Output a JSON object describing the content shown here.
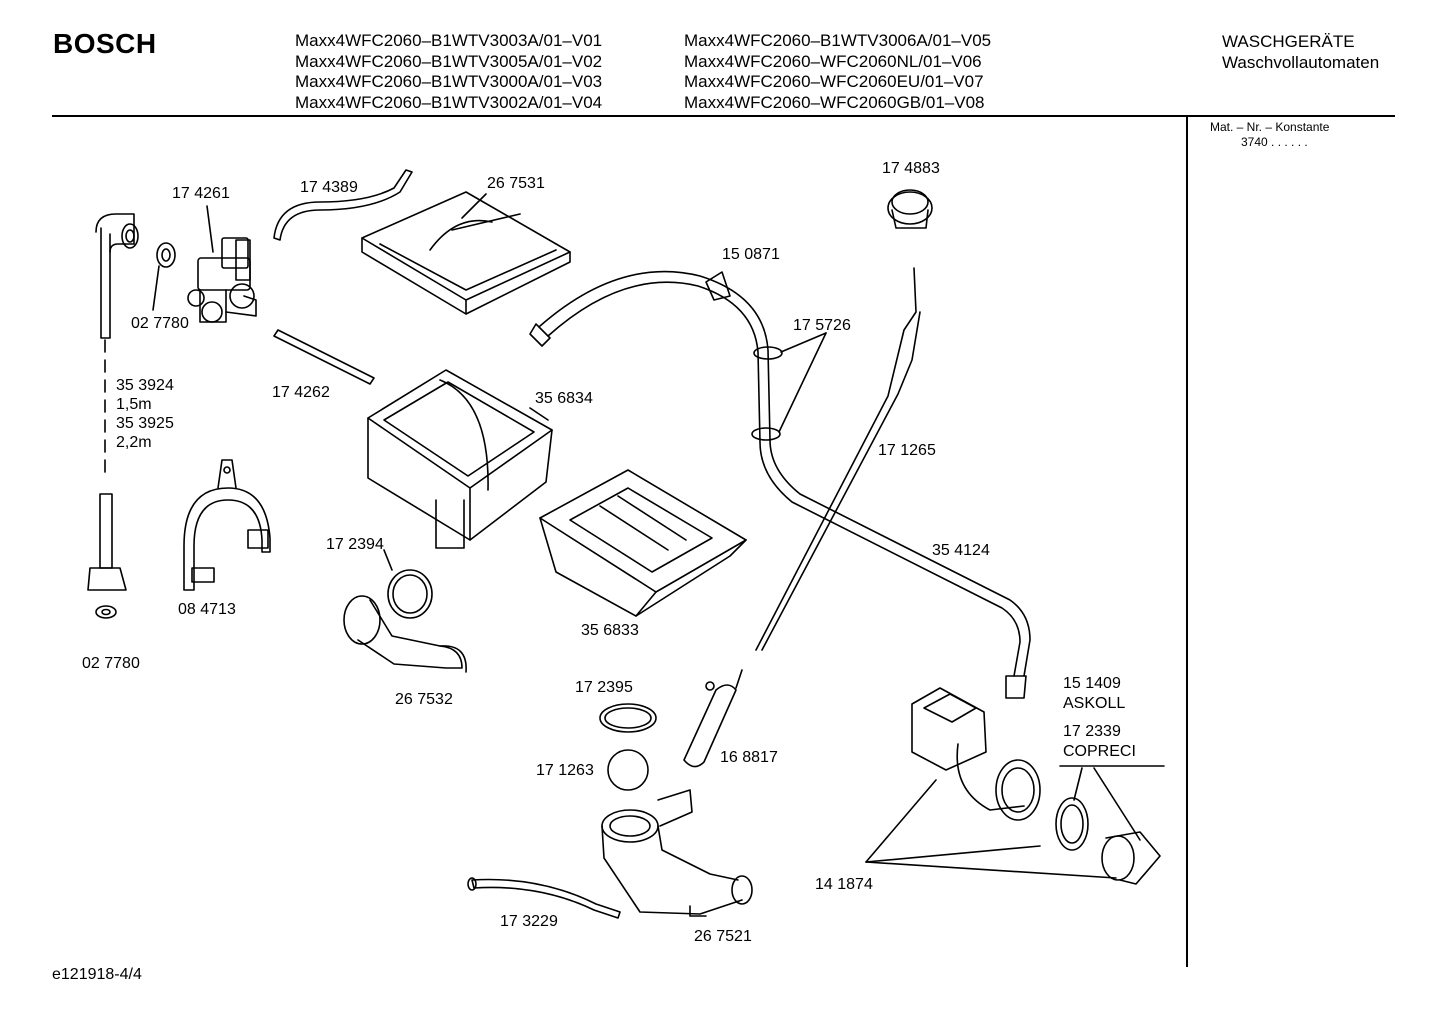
{
  "header": {
    "brand": "BOSCH",
    "models_col1": [
      "Maxx4WFC2060–B1WTV3003A/01–V01",
      "Maxx4WFC2060–B1WTV3005A/01–V02",
      "Maxx4WFC2060–B1WTV3000A/01–V03",
      "Maxx4WFC2060–B1WTV3002A/01–V04"
    ],
    "models_col2": [
      "Maxx4WFC2060–B1WTV3006A/01–V05",
      "Maxx4WFC2060–WFC2060NL/01–V06",
      "Maxx4WFC2060–WFC2060EU/01–V07",
      "Maxx4WFC2060–WFC2060GB/01–V08"
    ],
    "category_line1": "WASCHGERÄTE",
    "category_line2": "Waschvollautomaten"
  },
  "sidebar": {
    "matnr_label": "Mat. – Nr. – Konstante",
    "matnr_value": "3740 .  .  .  .  .  ."
  },
  "footer": {
    "doc_id": "e121918-4/4"
  },
  "parts": {
    "p174261": "17 4261",
    "p174389": "17 4389",
    "p267531": "26 7531",
    "p174883": "17 4883",
    "p150871": "15 0871",
    "p175726": "17 5726",
    "p027780a": "02 7780",
    "p174262": "17 4262",
    "p353924": "35 3924",
    "len15": "1,5m",
    "p353925": "35 3925",
    "len22": "2,2m",
    "p356834": "35 6834",
    "p171265": "17 1265",
    "p172394": "17 2394",
    "p354124": "35 4124",
    "p084713": "08 4713",
    "p356833": "35 6833",
    "p027780b": "02 7780",
    "p267532": "26 7532",
    "p172395": "17 2395",
    "p151409": "15 1409",
    "askoll": "ASKOLL",
    "p172339": "17 2339",
    "copreci": "COPRECI",
    "p168817": "16 8817",
    "p171263": "17 1263",
    "p141874": "14 1874",
    "p173229": "17 3229",
    "p267521": "26 7521"
  }
}
